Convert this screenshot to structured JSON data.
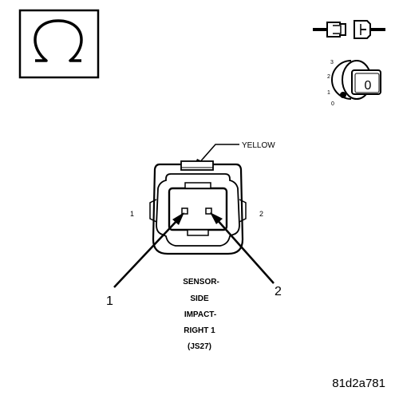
{
  "connector_color": "YELLOW",
  "pin_labels": {
    "left": "1",
    "right": "2"
  },
  "callouts": {
    "pin1": "1",
    "pin2": "2"
  },
  "sensor_label": {
    "line1": "SENSOR-",
    "line2": "SIDE",
    "line3": "IMPACT-",
    "line4": "RIGHT 1",
    "line5": "(JS27)"
  },
  "figure_id": "81d2a781",
  "ignition_positions": {
    "p3": "3",
    "p2": "2",
    "p1": "1",
    "p0": "0"
  },
  "key_position": "0",
  "icons": [
    "ohm-icon",
    "unplugged-connector-icon",
    "ignition-key-icon"
  ]
}
